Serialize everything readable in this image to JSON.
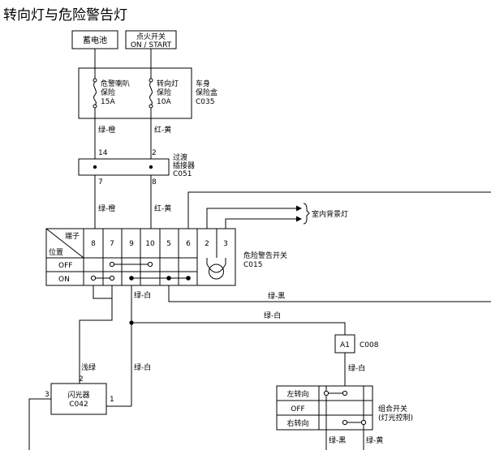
{
  "title": "转向灯与危险警告灯",
  "battery": {
    "label": "蓄电池"
  },
  "ignition": {
    "line1": "点火开关",
    "line2": "ON / START"
  },
  "fuse_box": {
    "label1": "车身",
    "label2": "保险盒",
    "code": "C035",
    "fuse1": {
      "l1": "危警喇叭",
      "l2": "保险",
      "rating": "15A"
    },
    "fuse2": {
      "l1": "转向灯",
      "l2": "保险",
      "rating": "10A"
    }
  },
  "wires": {
    "green_orange": "绿-橙",
    "red_yellow": "红-黄",
    "green_black": "绿-黑",
    "green_white": "绿-白",
    "light_green": "浅绿",
    "green_yellow": "绿-黄"
  },
  "connector": {
    "label1": "过渡",
    "label2": "插接器",
    "code": "C051",
    "pin_top_left": "14",
    "pin_top_right": "2",
    "pin_bottom_left": "7",
    "pin_bottom_right": "8"
  },
  "interior_light": {
    "label": "室内背景灯"
  },
  "hazard_switch": {
    "label": "危险警告开关",
    "code": "C015",
    "header_terminal": "端子",
    "header_position": "位置",
    "terminals": [
      "8",
      "7",
      "9",
      "10",
      "5",
      "6",
      "2",
      "3"
    ],
    "rows": [
      "OFF",
      "ON"
    ]
  },
  "connector_a1": {
    "pin": "A1",
    "code": "C008"
  },
  "flasher": {
    "label": "闪光器",
    "code": "C042",
    "pin_left": "3",
    "pin_top": "2",
    "pin_right": "1"
  },
  "combo_switch": {
    "label1": "组合开关",
    "label2": "(灯光控制)",
    "rows": [
      "左转向",
      "OFF",
      "右转向"
    ]
  }
}
